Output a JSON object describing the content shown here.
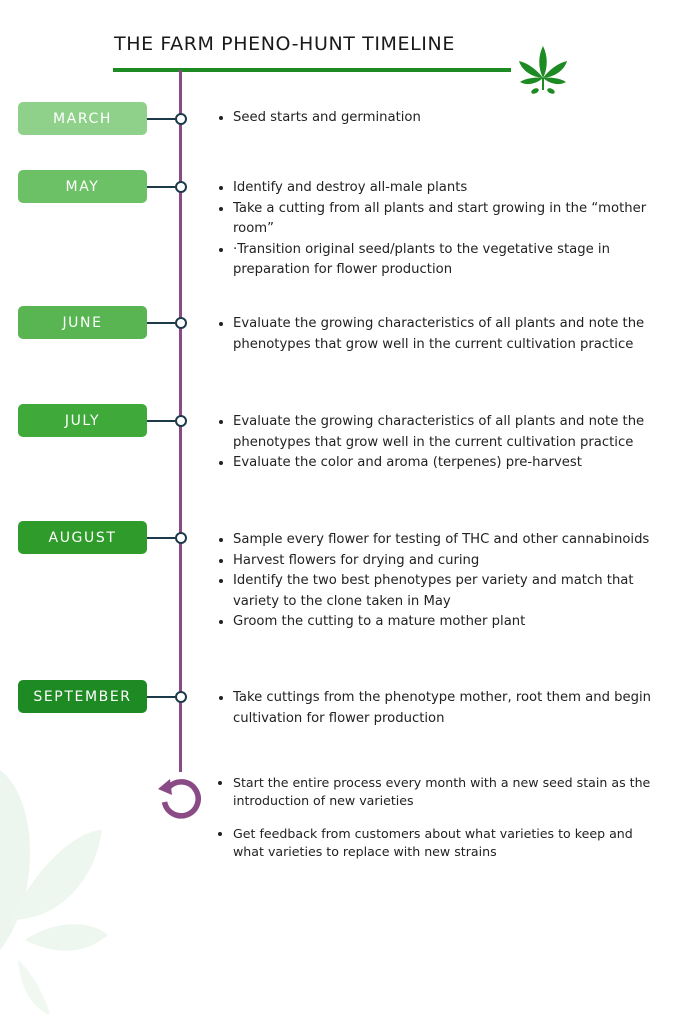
{
  "title": "THE FARM PHENO-HUNT TIMELINE",
  "colors": {
    "title_rule": "#1e8a23",
    "timeline_line": "#8a4a86",
    "node_stroke": "#1d3a4a",
    "cycle_icon": "#8a4a86",
    "month_fills": [
      "#8fd18a",
      "#6cc166",
      "#58b552",
      "#3fa93a",
      "#2e9b2b",
      "#1e8a23"
    ]
  },
  "icons": {
    "logo": "cannabis-leaf-icon",
    "cycle": "refresh-cycle-icon"
  },
  "months": [
    {
      "label": "MARCH",
      "bullets": [
        "Seed starts and germination"
      ]
    },
    {
      "label": "MAY",
      "bullets": [
        "Identify and destroy all-male plants",
        "Take a cutting from all plants and start growing in the “mother room”",
        "·Transition original seed/plants to the vegetative stage in preparation for flower production"
      ]
    },
    {
      "label": "JUNE",
      "bullets": [
        "Evaluate the growing characteristics of all plants and note the phenotypes that grow well in the current cultivation practice"
      ]
    },
    {
      "label": "JULY",
      "bullets": [
        "Evaluate the growing characteristics of all plants and note the phenotypes that grow well in the current cultivation practice",
        "Evaluate the color and aroma (terpenes) pre-harvest"
      ]
    },
    {
      "label": "AUGUST",
      "bullets": [
        "Sample every flower for testing of THC and other cannabinoids",
        "Harvest flowers for drying and curing",
        "Identify the two best phenotypes per variety and match that variety to the clone taken in May",
        "Groom the cutting to a mature mother plant"
      ]
    },
    {
      "label": "SEPTEMBER",
      "bullets": [
        "Take cuttings from the phenotype mother, root them and begin cultivation for flower production"
      ]
    }
  ],
  "cycle": {
    "bullets": [
      "Start the entire process every month with a new seed stain as the introduction of new varieties",
      "Get feedback from customers about what varieties to keep and what varieties to replace with new strains"
    ]
  }
}
